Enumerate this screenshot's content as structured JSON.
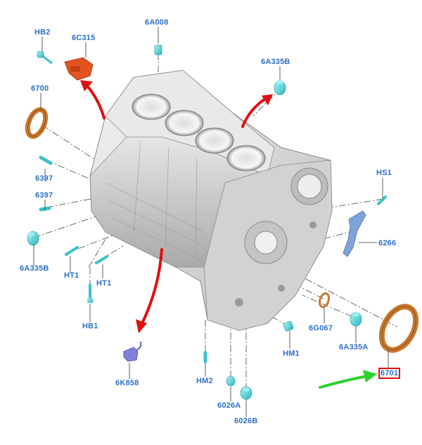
{
  "diagram": {
    "highlighted_part": "6701",
    "accent_colors": {
      "label": "#2b6fc7",
      "arrow_red": "#e01010",
      "arrow_green": "#2ed12e",
      "seal_brown": "#c9792f",
      "sensor_orange": "#e2531f",
      "bracket_blue": "#7ea3d8",
      "plug_cyan": "#5fe0e0",
      "sensor_purple": "#8080d8"
    },
    "labels": {
      "hb2": "HB2",
      "6c315": "6C315",
      "6a008": "6A008",
      "6a335b_top": "6A335B",
      "6700": "6700",
      "6397_a": "6397",
      "6397_b": "6397",
      "hs1": "HS1",
      "6266": "6266",
      "6a335b_left": "6A335B",
      "ht1_a": "HT1",
      "ht1_b": "HT1",
      "hb1": "HB1",
      "6g067": "6G067",
      "6a335a": "6A335A",
      "hm1": "HM1",
      "6701": "6701",
      "6k858": "6K858",
      "hm2": "HM2",
      "6026a": "6026A",
      "6026b": "6026B"
    }
  }
}
